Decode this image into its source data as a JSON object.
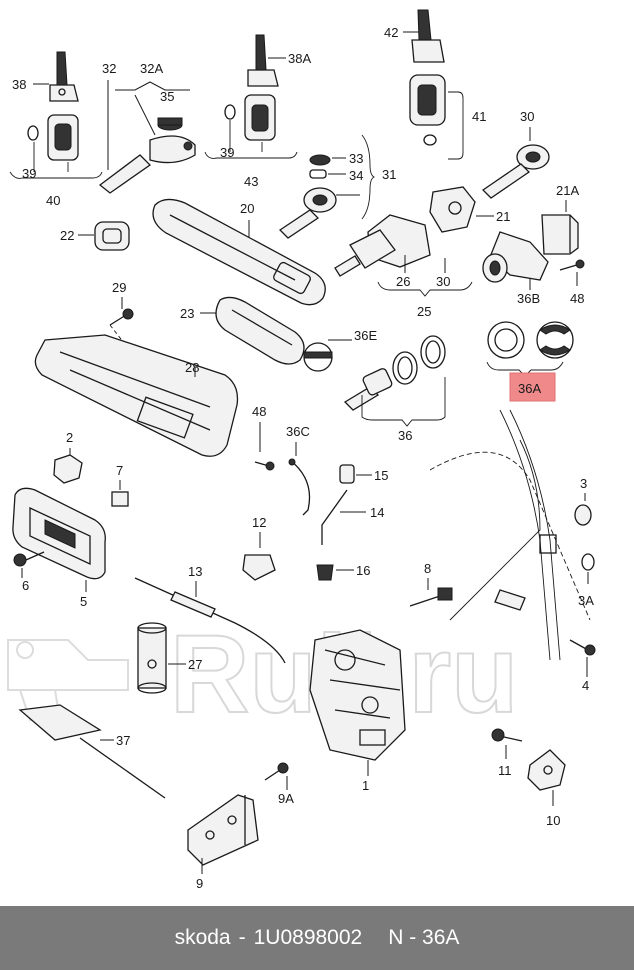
{
  "labels": {
    "l38": "38",
    "l32": "32",
    "l32a": "32A",
    "l35": "35",
    "l39a": "39",
    "l40": "40",
    "l38a": "38A",
    "l42": "42",
    "l41": "41",
    "l39b": "39",
    "l43": "43",
    "l30a": "30",
    "l21a": "21A",
    "l33": "33",
    "l34": "34",
    "l31": "31",
    "l22": "22",
    "l20": "20",
    "l21": "21",
    "l26": "26",
    "l30b": "30",
    "l25": "25",
    "l36b": "36B",
    "l48a": "48",
    "l29": "29",
    "l23": "23",
    "l36e": "36E",
    "l36a": "36A",
    "l28": "28",
    "l36": "36",
    "l2": "2",
    "l48b": "48",
    "l36c": "36C",
    "l15": "15",
    "l7": "7",
    "l3": "3",
    "l14": "14",
    "l12": "12",
    "l6": "6",
    "l5": "5",
    "l16": "16",
    "l13": "13",
    "l8": "8",
    "l3a": "3A",
    "l27": "27",
    "l4": "4",
    "l37": "37",
    "l11": "11",
    "l1": "1",
    "l9a": "9A",
    "l10": "10",
    "l9": "9"
  },
  "highlight": {
    "label_ref": "36A",
    "color": "#f08a8a"
  },
  "watermark": {
    "text": "Ruli.ru"
  },
  "footer": {
    "brand": "skoda",
    "sep1": "-",
    "part_number": "1U0898002",
    "position": "N - 36A"
  }
}
